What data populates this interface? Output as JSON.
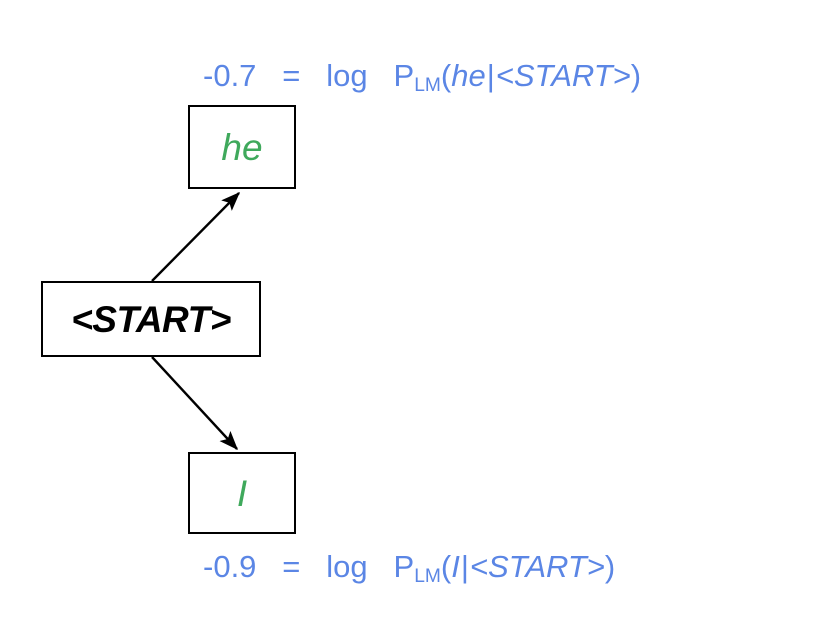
{
  "diagram": {
    "type": "language-model-search-tree",
    "nodes": [
      {
        "id": "start",
        "label": "<START>",
        "role": "root-node"
      },
      {
        "id": "he",
        "label": "he",
        "role": "hypothesis-node"
      },
      {
        "id": "i",
        "label": "I",
        "role": "hypothesis-node"
      }
    ],
    "edges": [
      {
        "from": "start",
        "to": "he"
      },
      {
        "from": "start",
        "to": "i"
      }
    ],
    "annotations": {
      "top": {
        "score": "-0.7",
        "equals": "=",
        "log": "log",
        "p": "P",
        "subscript": "LM",
        "open_paren": "(",
        "token": "he",
        "bar": "|",
        "context": "<START>",
        "close_paren": ")"
      },
      "bottom": {
        "score": "-0.9",
        "equals": "=",
        "log": "log",
        "p": "P",
        "subscript": "LM",
        "open_paren": "(",
        "token": "I",
        "bar": "|",
        "context": "<START>",
        "close_paren": ")"
      }
    },
    "colors": {
      "token_green": "#3fa95c",
      "annotation_blue": "#5b86e5",
      "node_border": "#000000",
      "background": "#ffffff"
    }
  }
}
